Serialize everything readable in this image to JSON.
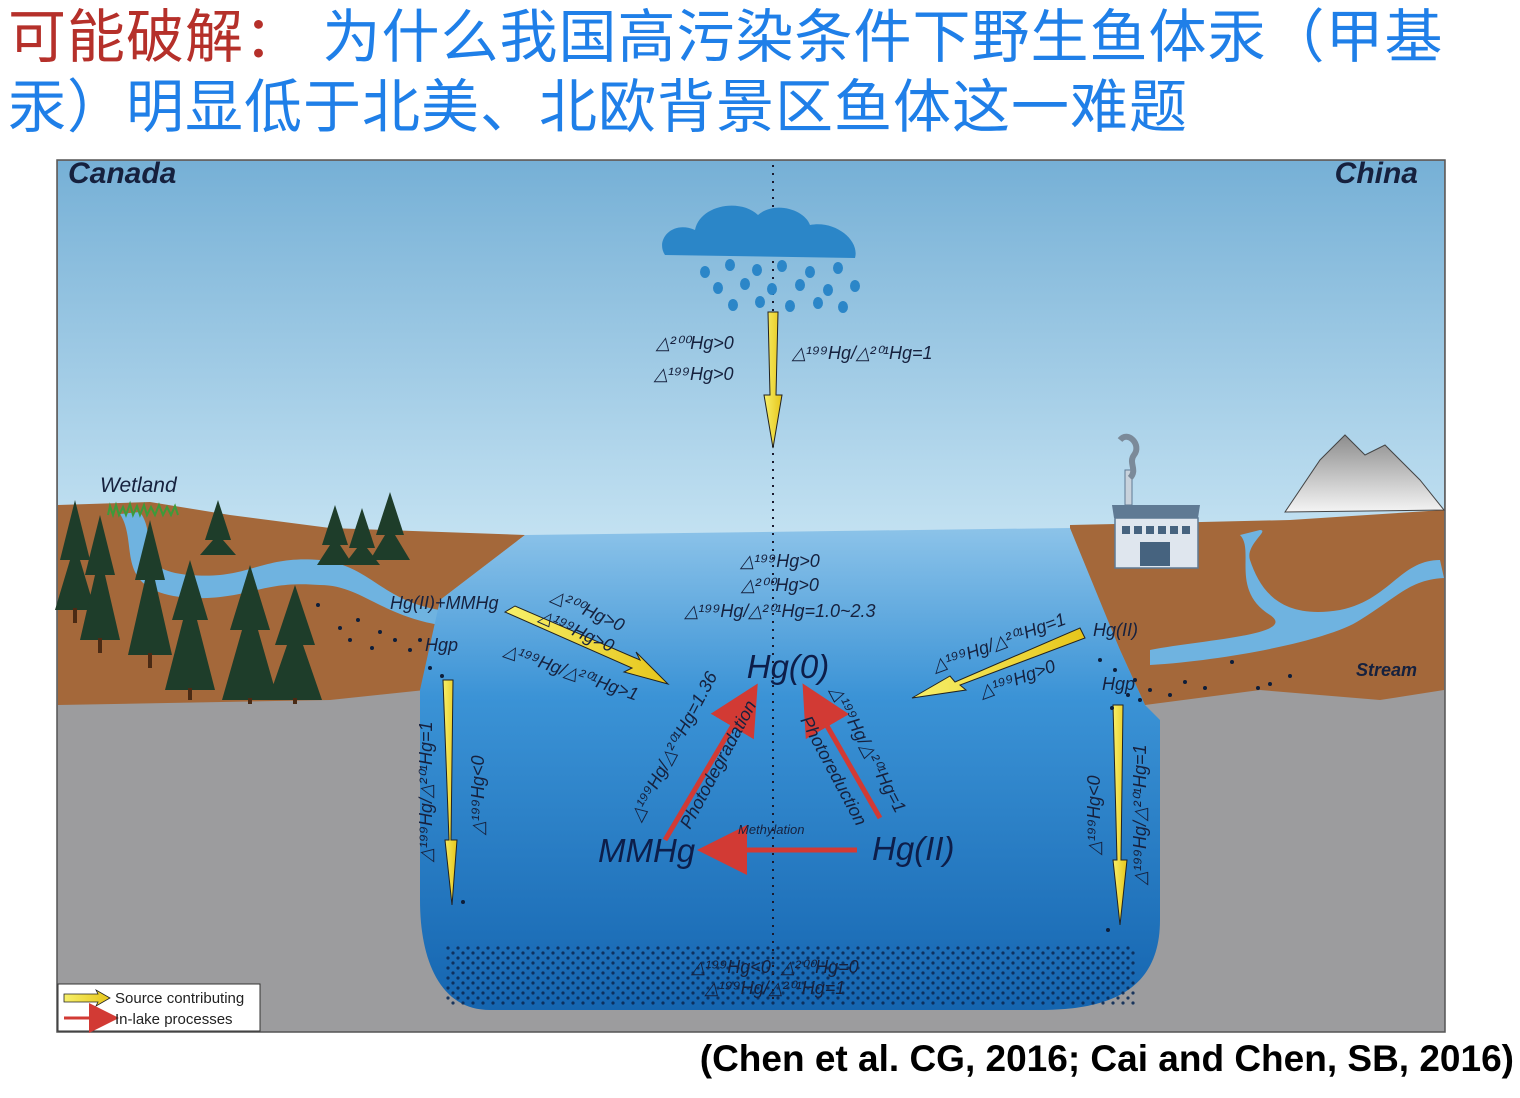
{
  "title": {
    "lead": "可能破解",
    "separator": "：",
    "question": "为什么我国高污染条件下野生鱼体汞（甲基汞）明显低于北美、北欧背景区鱼体这一难题"
  },
  "diagram": {
    "region_left": "Canada",
    "region_right": "China",
    "wetland_label": "Wetland",
    "stream_label": "Stream",
    "atmosphere": {
      "d200": "△²⁰⁰Hg>0",
      "d199": "△¹⁹⁹Hg>0",
      "ratio": "△¹⁹⁹Hg/△²⁰¹Hg=1"
    },
    "water_column": {
      "d199": "△¹⁹⁹Hg>0",
      "d200": "△²⁰⁰Hg>0",
      "ratio": "△¹⁹⁹Hg/△²⁰¹Hg=1.0~2.3"
    },
    "left_input": {
      "source": "Hg(II)+MMHg",
      "d200": "△²⁰⁰Hg>0",
      "d199": "△¹⁹⁹Hg>0",
      "ratio": "△¹⁹⁹Hg/△²⁰¹Hg>1"
    },
    "right_input": {
      "source": "Hg(II)",
      "ratio": "△¹⁹⁹Hg/△²⁰¹Hg=1",
      "d199": "△¹⁹⁹Hg>0"
    },
    "species": {
      "hg0": "Hg(0)",
      "mmhg": "MMHg",
      "hg2": "Hg(II)"
    },
    "processes": {
      "photodegradation": "Photodegradation",
      "photodegradation_ratio": "△¹⁹⁹Hg/△²⁰¹Hg=1.36",
      "photoreduction": "Photoreduction",
      "photoreduction_ratio": "△¹⁹⁹Hg/△²⁰¹Hg=1",
      "methylation": "Methylation"
    },
    "left_particulate": {
      "label": "Hgp",
      "ratio": "△¹⁹⁹Hg/△²⁰¹Hg=1",
      "d199": "△¹⁹⁹Hg<0"
    },
    "right_particulate": {
      "label": "Hgp",
      "d199": "△¹⁹⁹Hg<0",
      "ratio": "△¹⁹⁹Hg/△²⁰¹Hg=1"
    },
    "sediment": {
      "line1": "△¹⁹⁹Hg<0, △²⁰⁰Hg=0",
      "line2": "△¹⁹⁹Hg/△²⁰¹Hg=1"
    },
    "legend": {
      "source": "Source contributing",
      "inlake": "In-lake processes"
    },
    "colors": {
      "sky_top": "#7fb6d8",
      "sky_bottom": "#b9dcef",
      "water": "#3a8fd2",
      "water_deep": "#1c6db6",
      "soil": "#a4683a",
      "bedrock": "#9a9a9c",
      "source_arrow": "#f2e640",
      "process_arrow": "#d23a34"
    }
  },
  "citation": "(Chen et al. CG, 2016; Cai and Chen, SB, 2016)"
}
